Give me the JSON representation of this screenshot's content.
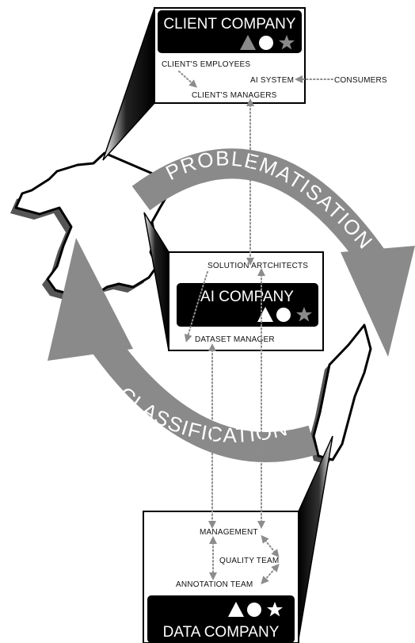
{
  "diagram": {
    "cycle_top_label": "PROBLEMATISATION",
    "cycle_bottom_label": "CLASSIFICATION",
    "client": {
      "title": "CLIENT COMPANY",
      "employees": "CLIENT'S EMPLOYEES",
      "managers": "CLIENT'S MANAGERS",
      "ai_system": "AI SYSTEM",
      "consumers": "CONSUMERS"
    },
    "ai": {
      "title": "AI COMPANY",
      "architects": "SOLUTION ARTCHITECTS",
      "dataset_manager": "DATASET MANAGER"
    },
    "data": {
      "title": "DATA COMPANY",
      "management": "MANAGEMENT",
      "quality": "QUALITY TEAM",
      "annotation": "ANNOTATION TEAM"
    },
    "icons": [
      "triangle-icon",
      "circle-icon",
      "star-icon"
    ]
  }
}
